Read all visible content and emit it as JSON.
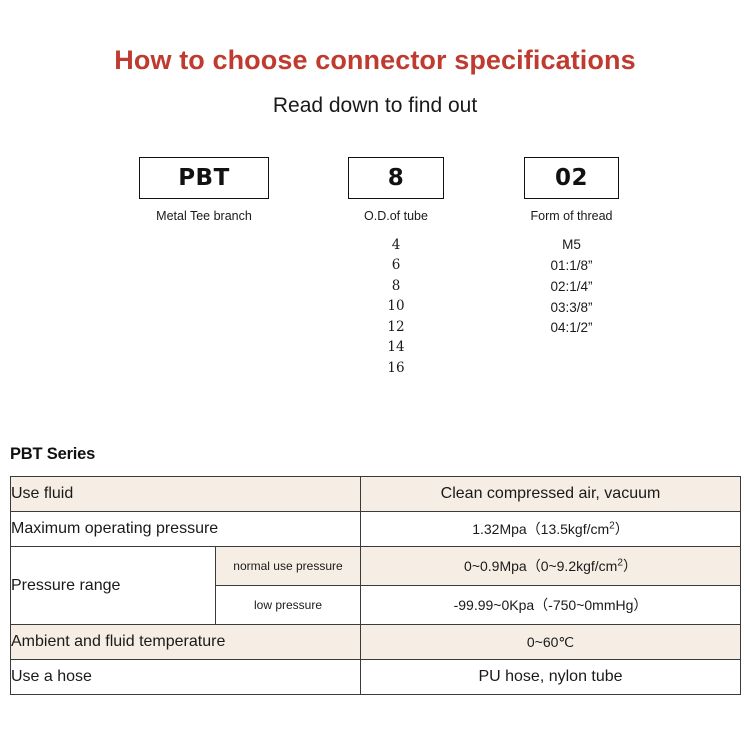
{
  "header": {
    "title": "How to choose connector specifications",
    "subtitle": "Read down to find out",
    "title_color": "#bf3a2f"
  },
  "code_breakdown": {
    "columns": [
      {
        "code": "PBT",
        "label": "Metal Tee branch",
        "options": []
      },
      {
        "code": "8",
        "label": "O.D.of tube",
        "options": [
          "4",
          "6",
          "8",
          "10",
          "12",
          "14",
          "16"
        ]
      },
      {
        "code": "02",
        "label": "Form of thread",
        "options": [
          "M5",
          "01:1/8”",
          "02:1/4”",
          "03:3/8”",
          "04:1/2”"
        ]
      }
    ]
  },
  "spec": {
    "series_heading": "PBT Series",
    "row_bg_beige": "#f6ede4",
    "rows": [
      {
        "label": "Use fluid",
        "value": "Clean compressed air, vacuum"
      },
      {
        "label": "Maximum operating pressure",
        "value": "1.32Mpa（13.5kgf/cm",
        "value_sup": "2",
        "value_tail": "）"
      },
      {
        "label": "Pressure range",
        "sub_label_1": "normal use pressure",
        "sub_value_1": "0~0.9Mpa（0~9.2kgf/cm",
        "sub_value_1_sup": "2",
        "sub_value_1_tail": "）",
        "sub_label_2": "low pressure",
        "sub_value_2": "-99.99~0Kpa（-750~0mmHg）"
      },
      {
        "label": "Ambient and fluid temperature",
        "value": "0~60℃"
      },
      {
        "label": "Use a hose",
        "value": "PU hose, nylon tube"
      }
    ]
  }
}
